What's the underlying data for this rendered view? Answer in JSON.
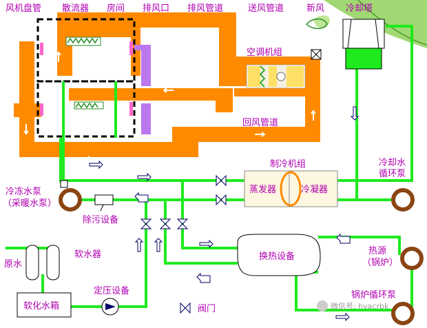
{
  "colors": {
    "orange": "#FF8A00",
    "green": "#1EEA1E",
    "magenta": "#CC00CC",
    "purple": "#BB77EE",
    "brown": "#8B4513",
    "navy": "#000066",
    "label_text": "#B000B0"
  },
  "labels": {
    "fan_coil": "风机盘管",
    "diffuser": "散流器",
    "room": "房间",
    "exhaust_outlet": "排风口",
    "exhaust_duct": "排风管道",
    "supply_duct": "送风管道",
    "fresh_air": "新风",
    "cooling_tower": "冷却塔",
    "ahu": "空调机组",
    "return_duct": "回风管道",
    "chiller": "制冷机组",
    "evaporator": "蒸发器",
    "condenser": "冷凝器",
    "cooling_pump_line1": "冷却水",
    "cooling_pump_line2": "循环泵",
    "chilled_pump_line1": "冷冻水泵",
    "chilled_pump_line2": "（采暖水泵）",
    "filter": "除污设备",
    "raw_water": "原水",
    "softener": "软水器",
    "heat_exchanger": "换热设备",
    "heat_source_line1": "热源",
    "heat_source_line2": "（锅炉）",
    "pressure_device": "定压设备",
    "soft_water_tank": "软化水箱",
    "valve_legend": "阀门",
    "boiler_pump": "锅炉循环泵",
    "watermark": "微信号: hvacrbk"
  }
}
